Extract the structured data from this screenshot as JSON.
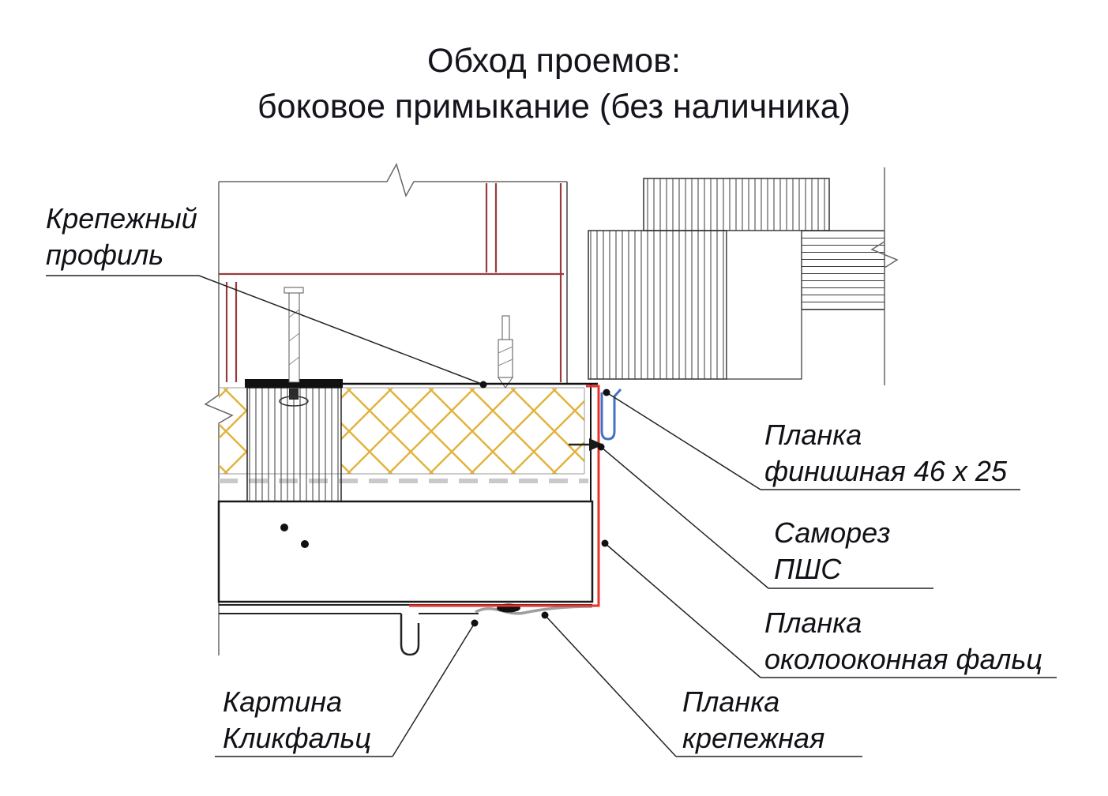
{
  "title": {
    "line1": "Обход проемов:",
    "line2": "боковое примыкание (без наличника)"
  },
  "labels": {
    "fastening_profile": {
      "line1": "Крепежный",
      "line2": "профиль"
    },
    "finish_strip": {
      "line1": "Планка",
      "line2": "финишная 46 x 25"
    },
    "self_tapping_screw": {
      "line1": "Саморез",
      "line2": "ПШС"
    },
    "window_surround_strip": {
      "line1": "Планка",
      "line2": "околооконная фальц"
    },
    "click_seam_panel": {
      "line1": "Картина",
      "line2": "Кликфальц"
    },
    "fastening_strip": {
      "line1": "Планка",
      "line2": "крепежная"
    }
  },
  "colors": {
    "brick_joint": "#9a3a3c",
    "insulation_hatch": "#e2b23a",
    "surround_strip_red": "#e8322b",
    "finish_strip_blue": "#4472c4",
    "line_dark": "#1a1a1a",
    "strip_gray": "#9e9e9e"
  }
}
